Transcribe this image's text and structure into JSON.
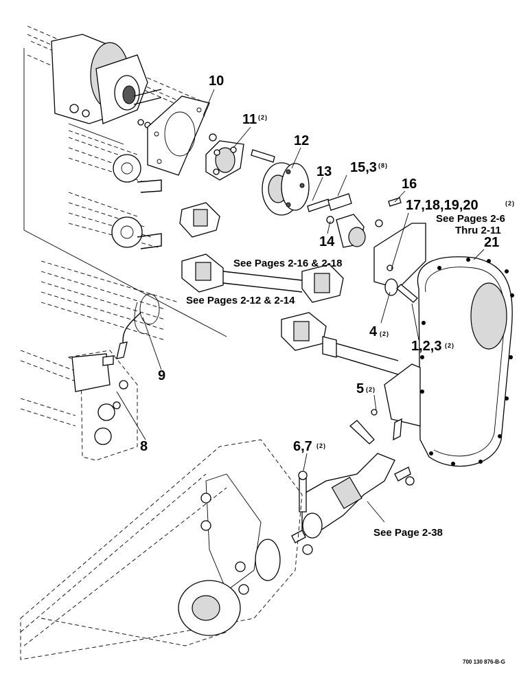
{
  "labels": {
    "p10": "10",
    "p11": "11",
    "p11_qty": "(2)",
    "p12": "12",
    "p13": "13",
    "p14": "14",
    "p15_3": "15,3",
    "p15_qty": "(8)",
    "p16": "16",
    "p17_20": "17,18,19,20",
    "p17_qty": "(2)",
    "see_2_6": "See Pages 2-6",
    "thru_2_11": "Thru 2-11",
    "p21": "21",
    "see_2_16": "See Pages 2-16 & 2-18",
    "see_2_12": "See Pages 2-12 & 2-14",
    "p4": "4",
    "p4_qty": "(2)",
    "p1_3": "1,2,3",
    "p1_qty": "(2)",
    "p9": "9",
    "p8": "8",
    "p5": "5",
    "p5_qty": "(2)",
    "p6_7": "6,7",
    "p6_qty": "(2)",
    "see_2_38": "See Page 2-38"
  },
  "figure_id": "700 130 876-B-G"
}
